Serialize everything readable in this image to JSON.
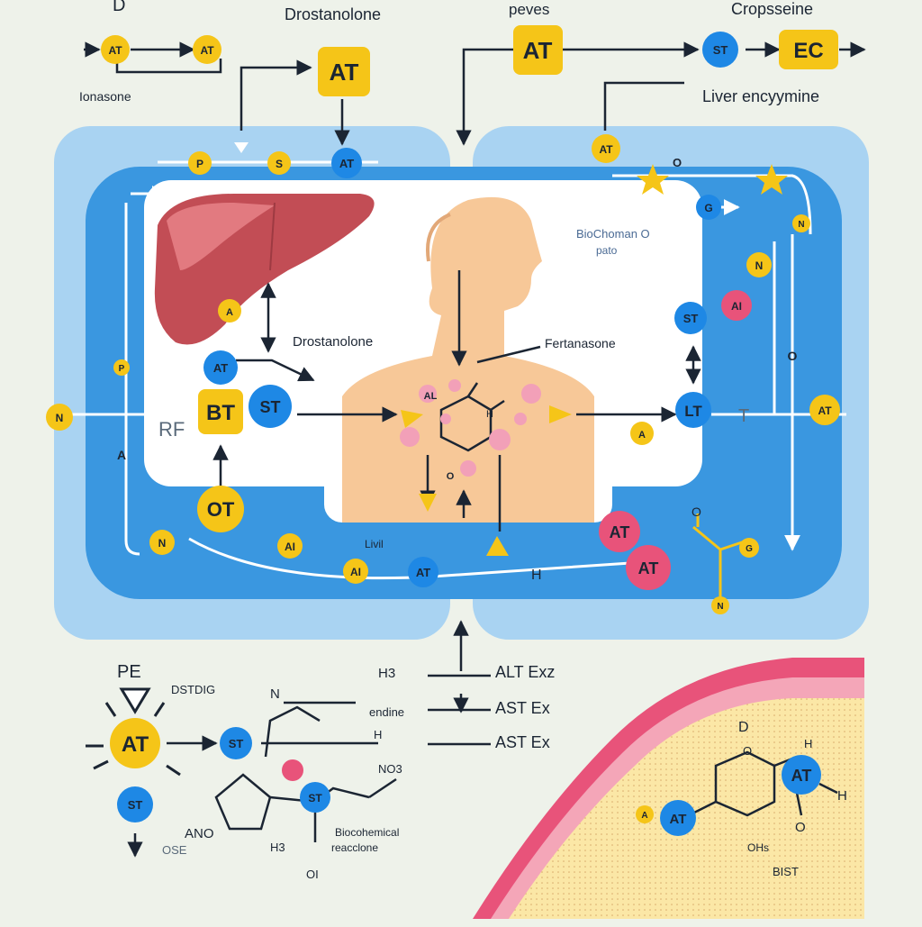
{
  "labels": {
    "top_left_d": "D",
    "top_left_compound": "Ionasone",
    "top_center": "Drostanolone",
    "top_peves": "peves",
    "top_right": "Cropsseine",
    "liver_enzyme": "Liver encyymine",
    "biochem_path": "BioChoman O",
    "biochem_path2": "pato",
    "drostanolone_mid": "Drostanolone",
    "fertanasone": "Fertanasone",
    "rf": "RF",
    "livil": "Livil",
    "pe": "PE",
    "dstdig": "DSTDIG",
    "endine": "endine",
    "alt_exz": "ALT Exz",
    "ast_ex_1": "AST Ex",
    "ast_ex_2": "AST Ex",
    "h3_top": "H3",
    "h_small": "H",
    "no3": "NO3",
    "ano": "ANO",
    "ose": "OSE",
    "h3": "H3",
    "o_bottom": "OI",
    "biochemical_reactions_1": "Biocohemical",
    "biochemical_reactions_2": "reacclone",
    "ohs": "OHs",
    "bist": "BIST",
    "d_hex": "D",
    "h_hex1": "H",
    "h_hex2": "H",
    "o_right": "O",
    "h_right": "H",
    "t_right": "T"
  },
  "nodes": {
    "at": "AT",
    "st": "ST",
    "ec": "EC",
    "bt": "BT",
    "ot": "OT",
    "lt": "LT",
    "n": "N",
    "a": "A",
    "p": "P",
    "s": "S",
    "g": "G",
    "o": "O",
    "al": "AL",
    "ai": "AI",
    "d": "D"
  },
  "colors": {
    "yellow": "#f5c518",
    "blue": "#1e88e5",
    "pink": "#e8537a",
    "panel_blue": "#3a97e0",
    "panel_light": "#a9d3f2",
    "liver": "#c24d55"
  }
}
